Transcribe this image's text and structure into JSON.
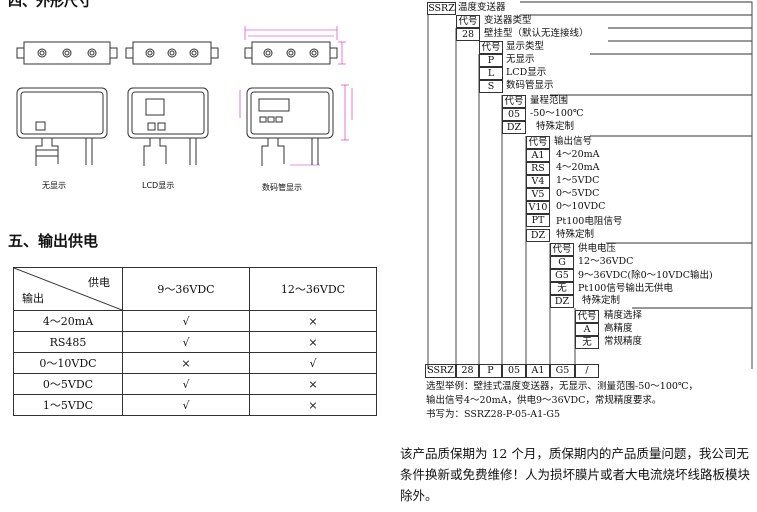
{
  "section4_heading_fragment": "四、外形尺寸",
  "device_captions": [
    "无显示",
    "LCD显示",
    "数码管显示"
  ],
  "section5_heading": "五、输出供电",
  "supply_table": {
    "corner_top": "供电",
    "corner_bottom": "输出",
    "columns": [
      "9～36VDC",
      "12～36VDC"
    ],
    "rows": [
      {
        "output": "4～20mA",
        "v9_36": "√",
        "v12_36": "×"
      },
      {
        "output": "RS485",
        "v9_36": "√",
        "v12_36": "×"
      },
      {
        "output": "0～10VDC",
        "v9_36": "×",
        "v12_36": "√"
      },
      {
        "output": "0～5VDC",
        "v9_36": "√",
        "v12_36": "×"
      },
      {
        "output": "1～5VDC",
        "v9_36": "√",
        "v12_36": "×"
      }
    ]
  },
  "selection": {
    "model": "SSRZ",
    "model_desc": "温度变送器",
    "code_label": "代号",
    "type_title": "变送器类型",
    "type_code": "28",
    "type_desc": "壁挂型（默认无连接线）",
    "display_title": "显示类型",
    "display": [
      {
        "code": "P",
        "desc": "无显示"
      },
      {
        "code": "L",
        "desc": "LCD显示"
      },
      {
        "code": "S",
        "desc": "数码管显示"
      }
    ],
    "range_title": "量程范围",
    "range": [
      {
        "code": "05",
        "desc": "-50～100℃"
      },
      {
        "code": "DZ",
        "desc": "特殊定制"
      }
    ],
    "output_title": "输出信号",
    "output": [
      {
        "code": "A1",
        "desc": "4～20mA"
      },
      {
        "code": "RS",
        "desc": "4～20mA"
      },
      {
        "code": "V4",
        "desc": "1～5VDC"
      },
      {
        "code": "V5",
        "desc": "0～5VDC"
      },
      {
        "code": "V10",
        "desc": "0～10VDC"
      },
      {
        "code": "PT",
        "desc": "Pt100电阻信号"
      },
      {
        "code": "DZ",
        "desc": "特殊定制"
      }
    ],
    "power_title": "供电电压",
    "power": [
      {
        "code": "G",
        "desc": "12～36VDC"
      },
      {
        "code": "G5",
        "desc": "9～36VDC(除0～10VDC输出)"
      },
      {
        "code": "无",
        "desc": "Pt100信号输出无供电"
      },
      {
        "code": "DZ",
        "desc": "特殊定制"
      }
    ],
    "precision_title": "精度选择",
    "precision": [
      {
        "code": "A",
        "desc": "高精度"
      },
      {
        "code": "无",
        "desc": "常规精度"
      }
    ],
    "example_cells": [
      "SSRZ",
      "28",
      "P",
      "05",
      "A1",
      "G5",
      "/"
    ],
    "example_line1": "选型举例：壁挂式温度变送器，无显示、测量范围-50～100℃，",
    "example_line2": "输出信号4～20mA，供电9～36VDC，常规精度要求。",
    "example_line3": "书写为：SSRZ28-P-05-A1-G5"
  },
  "warranty_text": "该产品质保期为 12 个月，质保期内的产品质量问题，我公司无条件换新或免费维修！人为损坏膜片或者大电流烧坏线路板模块除外。"
}
